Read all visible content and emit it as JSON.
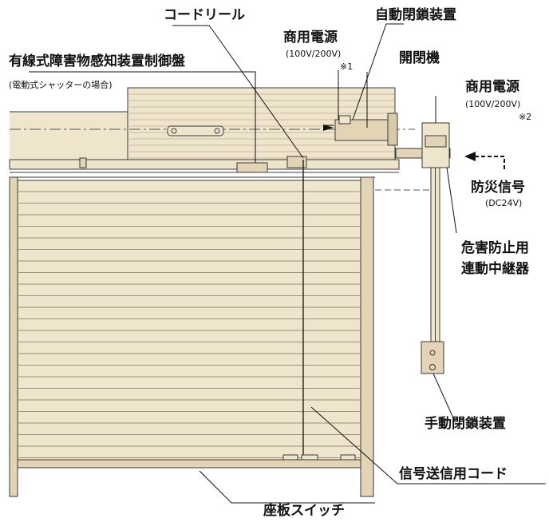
{
  "colors": {
    "beige": "#efe4cc",
    "beige_dark": "#e2d4b4",
    "outline": "#3a3a3a",
    "line": "#222222"
  },
  "labels": {
    "cord_reel": "コードリール",
    "auto_closing_device": "自動閉鎖装置",
    "commercial_power_1": "商用電源",
    "commercial_power_1_voltage": "(100V/200V)",
    "note_1": "※1",
    "opening_closing_machine": "開閉機",
    "control_panel": "有線式障害物感知装置制御盤",
    "control_panel_note": "(電動式シャッターの場合)",
    "commercial_power_2": "商用電源",
    "commercial_power_2_voltage": "(100V/200V)",
    "note_2": "※2",
    "disaster_signal": "防災信号",
    "disaster_signal_voltage": "(DC24V)",
    "relay_line1": "危害防止用",
    "relay_line2": "連動中継器",
    "manual_closing_device": "手動閉鎖装置",
    "signal_cord": "信号送信用コード",
    "bottom_switch": "座板スイッチ"
  }
}
